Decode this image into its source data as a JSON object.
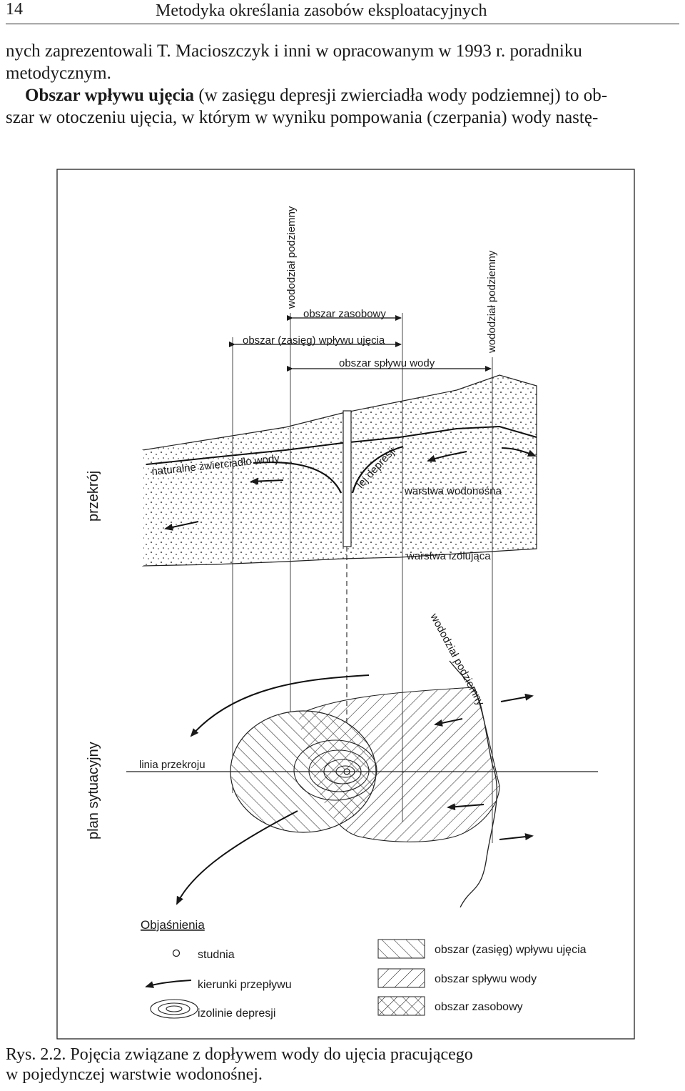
{
  "header": {
    "page_number": "14",
    "running_title": "Metodyka określania zasobów eksploatacyjnych"
  },
  "body": {
    "line1": "nych zaprezentowali T. Macioszczyk i inni w opracowanym w 1993 r. poradniku",
    "line2": "metodycznym.",
    "term": "Obszar wpływu ujęcia",
    "line3_rest": " (w zasięgu depresji zwierciadła wody podziemnej) to ob-",
    "line4": "szar w otoczeniu ujęcia, w którym w wyniku pompowania (czerpania) wody nastę-"
  },
  "figure": {
    "section_label": "przekrój",
    "plan_label": "plan sytuacyjny",
    "divide_left": "wododział podziemny",
    "divide_right": "wododział podziemny",
    "divide_plan": "wododział podziemny",
    "resource_area": "obszar zasobowy",
    "influence_area": "obszar (zasięg) wpływu ujęcia",
    "flow_area": "obszar spływu wody",
    "natural_table": "naturalne zwierciadło wody",
    "depression_cone": "lej depresji",
    "aquifer": "warstwa wodonośna",
    "aquitard": "warstwa izolująca",
    "section_line": "linia przekroju",
    "legend_title": "Objaśnienia",
    "legend": {
      "well": "studnia",
      "flow_dir": "kierunki przepływu",
      "isolines": "izolinie depresji",
      "influence": "obszar (zasięg) wpływu ujęcia",
      "inflow": "obszar spływu wody",
      "resource": "obszar zasobowy"
    }
  },
  "caption": {
    "line1": "Rys. 2.2. Pojęcia związane z dopływem wody do ujęcia pracującego",
    "line2": "w pojedynczej warstwie wodonośnej."
  }
}
